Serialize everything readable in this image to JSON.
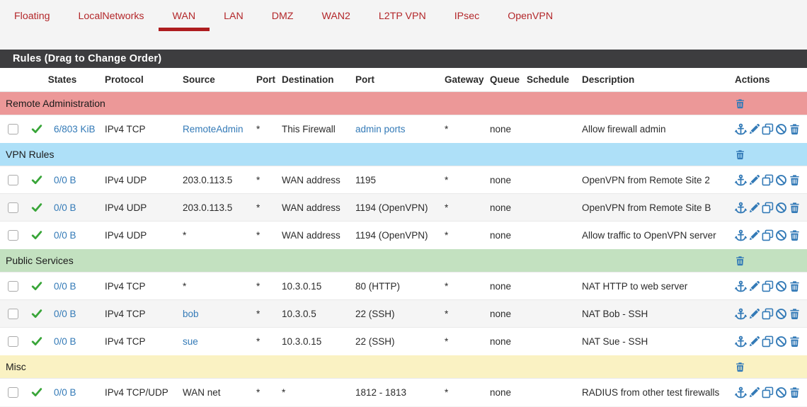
{
  "tabs": {
    "items": [
      "Floating",
      "LocalNetworks",
      "WAN",
      "LAN",
      "DMZ",
      "WAN2",
      "L2TP VPN",
      "IPsec",
      "OpenVPN"
    ],
    "active": "WAN"
  },
  "panel_title": "Rules (Drag to Change Order)",
  "columns": {
    "states": "States",
    "protocol": "Protocol",
    "source": "Source",
    "port_src": "Port",
    "destination": "Destination",
    "port_dst": "Port",
    "gateway": "Gateway",
    "queue": "Queue",
    "schedule": "Schedule",
    "description": "Description",
    "actions": "Actions"
  },
  "rows": [
    {
      "type": "separator",
      "label": "Remote Administration",
      "color": "red"
    },
    {
      "type": "rule",
      "states": "6/803 KiB",
      "protocol": "IPv4 TCP",
      "source": "RemoteAdmin",
      "src_port": "*",
      "destination": "This Firewall",
      "dst_port": "admin ports",
      "gateway": "*",
      "queue": "none",
      "schedule": "",
      "description": "Allow firewall admin"
    },
    {
      "type": "separator",
      "label": "VPN Rules",
      "color": "blue"
    },
    {
      "type": "rule",
      "states": "0/0 B",
      "protocol": "IPv4 UDP",
      "source": "203.0.113.5",
      "src_port": "*",
      "destination": "WAN address",
      "dst_port": "1195",
      "gateway": "*",
      "queue": "none",
      "schedule": "",
      "description": "OpenVPN from Remote Site 2"
    },
    {
      "type": "rule",
      "states": "0/0 B",
      "protocol": "IPv4 UDP",
      "source": "203.0.113.5",
      "src_port": "*",
      "destination": "WAN address",
      "dst_port": "1194 (OpenVPN)",
      "gateway": "*",
      "queue": "none",
      "schedule": "",
      "description": "OpenVPN from Remote Site B"
    },
    {
      "type": "rule",
      "states": "0/0 B",
      "protocol": "IPv4 UDP",
      "source": "*",
      "src_port": "*",
      "destination": "WAN address",
      "dst_port": "1194 (OpenVPN)",
      "gateway": "*",
      "queue": "none",
      "schedule": "",
      "description": "Allow traffic to OpenVPN server"
    },
    {
      "type": "separator",
      "label": "Public Services",
      "color": "green"
    },
    {
      "type": "rule",
      "states": "0/0 B",
      "protocol": "IPv4 TCP",
      "source": "*",
      "src_port": "*",
      "destination": "10.3.0.15",
      "dst_port": "80 (HTTP)",
      "gateway": "*",
      "queue": "none",
      "schedule": "",
      "description": "NAT HTTP to web server"
    },
    {
      "type": "rule",
      "states": "0/0 B",
      "protocol": "IPv4 TCP",
      "source": "bob",
      "src_port": "*",
      "destination": "10.3.0.5",
      "dst_port": "22 (SSH)",
      "gateway": "*",
      "queue": "none",
      "schedule": "",
      "description": "NAT Bob - SSH"
    },
    {
      "type": "rule",
      "states": "0/0 B",
      "protocol": "IPv4 TCP",
      "source": "sue",
      "src_port": "*",
      "destination": "10.3.0.15",
      "dst_port": "22 (SSH)",
      "gateway": "*",
      "queue": "none",
      "schedule": "",
      "description": "NAT Sue - SSH"
    },
    {
      "type": "separator",
      "label": "Misc",
      "color": "yellow"
    },
    {
      "type": "rule",
      "states": "0/0 B",
      "protocol": "IPv4 TCP/UDP",
      "source": "WAN net",
      "src_port": "*",
      "destination": "*",
      "dst_port": "1812 - 1813",
      "gateway": "*",
      "queue": "none",
      "schedule": "",
      "description": "RADIUS from other test firewalls"
    }
  ],
  "icons": {
    "state": "check-icon",
    "rule_actions": [
      "move-anchor-icon",
      "edit-pencil-icon",
      "copy-clone-icon",
      "disable-ban-icon",
      "delete-trash-icon"
    ],
    "separator_action": "delete-trash-icon"
  },
  "colors": {
    "tab_red": "#b3272a",
    "tab_underline": "#ae1d1f",
    "panel_header_bg": "#3d3d3f",
    "link_blue": "#337ab7",
    "check_green": "#38a538",
    "separator_red": "#ec9898",
    "separator_blue": "#aee0f8",
    "separator_green": "#c3e1c0",
    "separator_yellow": "#faf2c3",
    "row_alt": "#f5f5f5"
  }
}
